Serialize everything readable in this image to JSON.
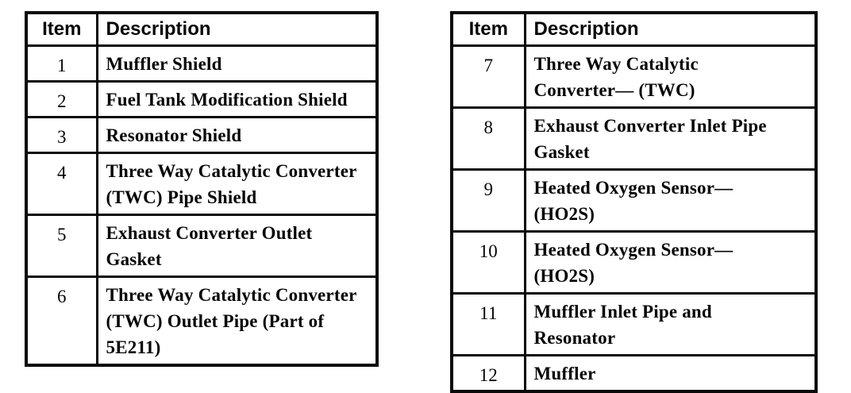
{
  "page": {
    "background_color": "#ffffff",
    "ink_color": "#0a0a0a"
  },
  "tables": [
    {
      "headers": {
        "item": "Item",
        "description": "Description"
      },
      "rows": [
        {
          "item": "1",
          "description": "Muffler Shield"
        },
        {
          "item": "2",
          "description": "Fuel Tank Modification Shield"
        },
        {
          "item": "3",
          "description": "Resonator Shield"
        },
        {
          "item": "4",
          "description": "Three Way Catalytic Converter\n(TWC) Pipe Shield"
        },
        {
          "item": "5",
          "description": "Exhaust Converter Outlet\nGasket"
        },
        {
          "item": "6",
          "description": "Three Way Catalytic Converter\n(TWC) Outlet Pipe (Part of\n5E211)"
        }
      ]
    },
    {
      "headers": {
        "item": "Item",
        "description": "Description"
      },
      "rows": [
        {
          "item": "7",
          "description": "Three Way Catalytic\nConverter— (TWC)"
        },
        {
          "item": "8",
          "description": "Exhaust Converter Inlet Pipe\nGasket"
        },
        {
          "item": "9",
          "description": "Heated Oxygen Sensor—\n(HO2S)"
        },
        {
          "item": "10",
          "description": "Heated Oxygen Sensor—\n(HO2S)"
        },
        {
          "item": "11",
          "description": "Muffler Inlet Pipe and\nResonator"
        },
        {
          "item": "12",
          "description": "Muffler"
        }
      ]
    }
  ]
}
